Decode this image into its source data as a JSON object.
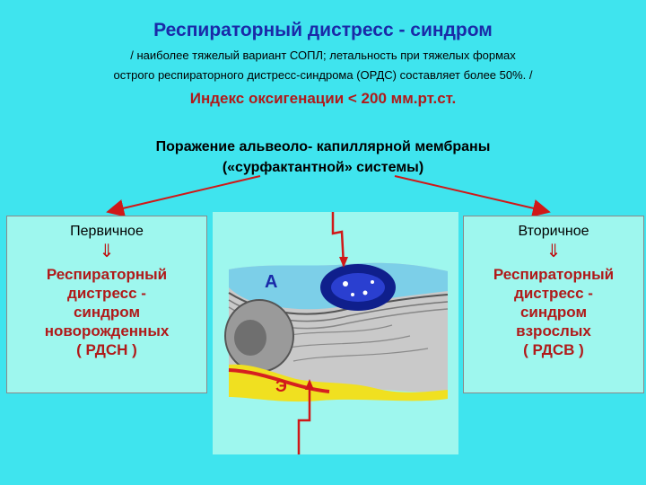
{
  "title": "Респираторный дистресс - синдром",
  "subtitle_line1": "/ наиболее тяжелый вариант СОПЛ; летальность при тяжелых формах",
  "subtitle_line2": "острого респираторного дистресс-синдрома (ОРДС) составляет более 50%. /",
  "oxygenation_index": "Индекс оксигенации < 200 мм.рт.ст.",
  "lesion_line1": "Поражение альвеоло- капиллярной мембраны",
  "lesion_line2": "(«сурфактантной» системы)",
  "left_box": {
    "heading": "Первичное",
    "arrow": "⇓",
    "body": "Респираторный\nдистресс -\nсиндром\nноворожденных\n( РДСН )"
  },
  "right_box": {
    "heading": "Вторичное",
    "arrow": "⇓",
    "body": "Респираторный\nдистресс -\nсиндром\nвзрослых\n( РДСВ )"
  },
  "diagram_labels": {
    "alveolus": "А",
    "endothelium": "Э"
  },
  "colors": {
    "background": "#3fe4ee",
    "title": "#1a2aa8",
    "accent_red": "#b01a1a",
    "box": "#9ef7ee"
  }
}
